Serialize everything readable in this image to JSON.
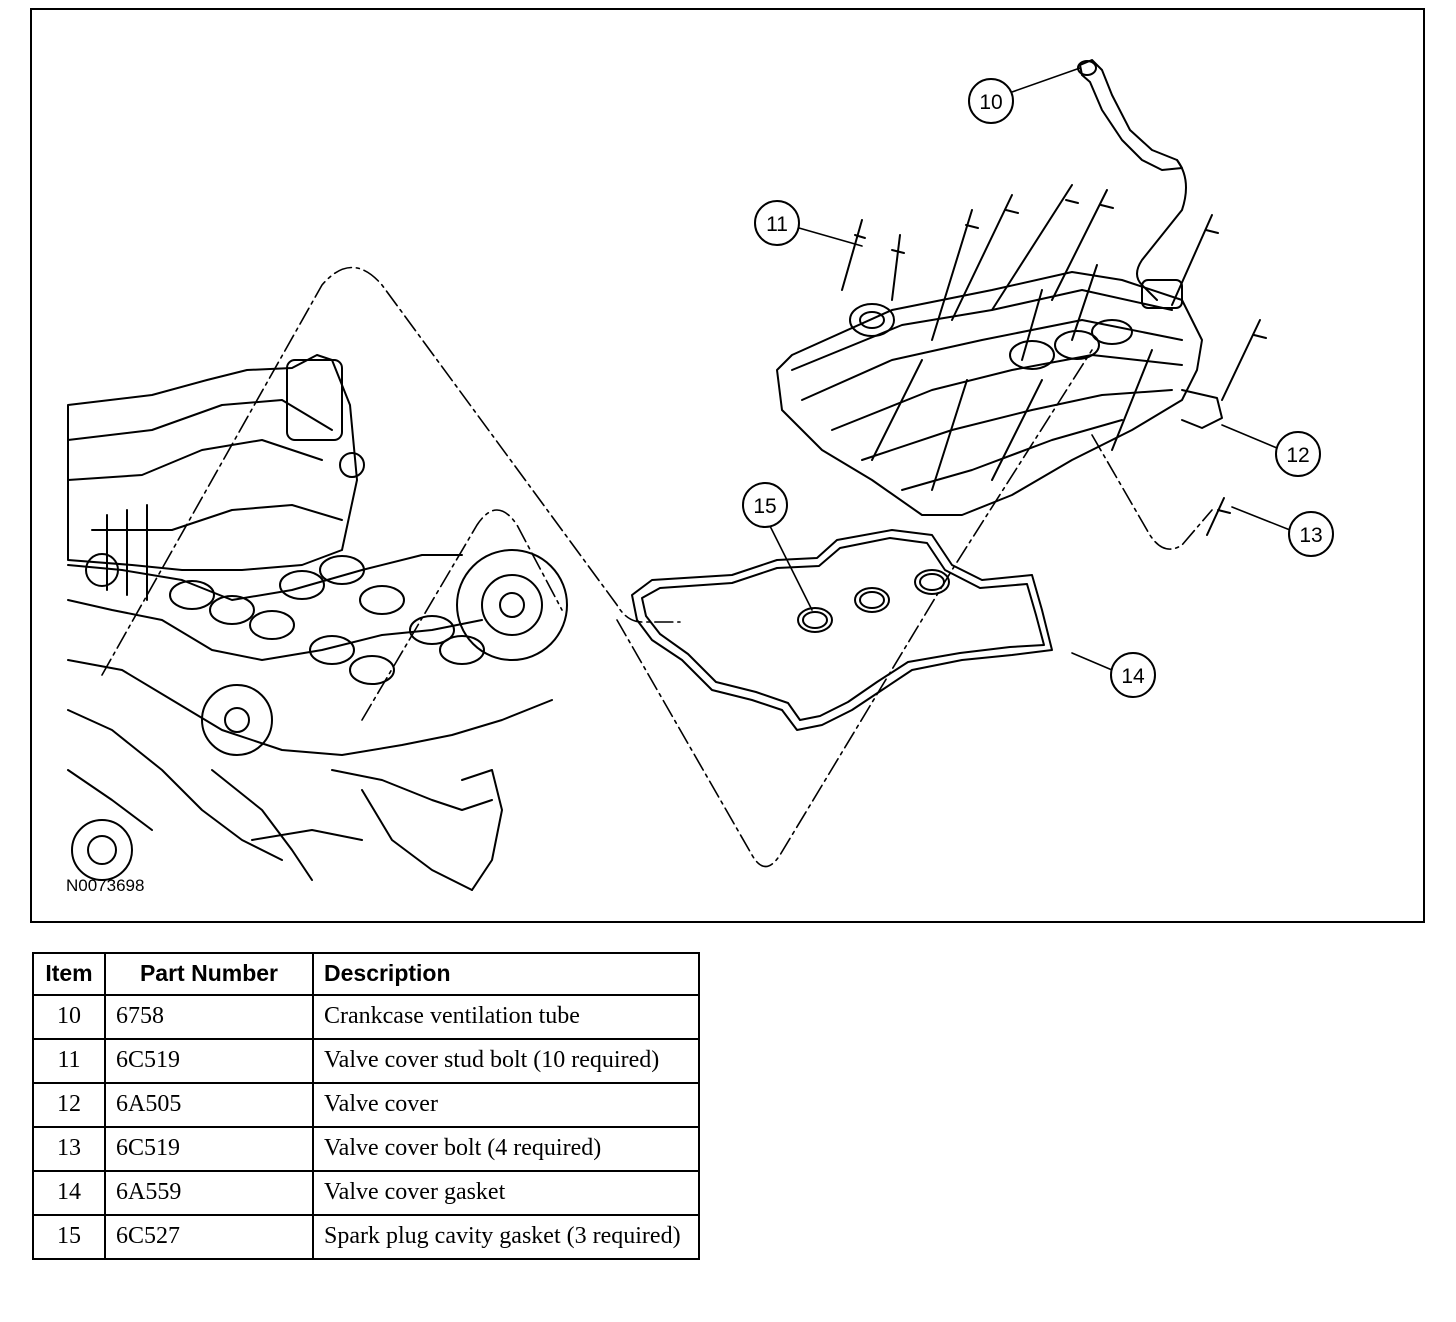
{
  "figure": {
    "id_label": "N0073698",
    "callouts": [
      {
        "number": "10"
      },
      {
        "number": "11"
      },
      {
        "number": "12"
      },
      {
        "number": "13"
      },
      {
        "number": "14"
      },
      {
        "number": "15"
      }
    ]
  },
  "table": {
    "headers": {
      "item": "Item",
      "part_number": "Part Number",
      "description": "Description"
    },
    "rows": [
      {
        "item": "10",
        "part_number": "6758",
        "description": "Crankcase ventilation tube"
      },
      {
        "item": "11",
        "part_number": "6C519",
        "description": "Valve cover stud bolt (10 required)"
      },
      {
        "item": "12",
        "part_number": "6A505",
        "description": "Valve cover"
      },
      {
        "item": "13",
        "part_number": "6C519",
        "description": "Valve cover bolt (4 required)"
      },
      {
        "item": "14",
        "part_number": "6A559",
        "description": "Valve cover gasket"
      },
      {
        "item": "15",
        "part_number": "6C527",
        "description": "Spark plug cavity gasket (3 required)"
      }
    ]
  }
}
